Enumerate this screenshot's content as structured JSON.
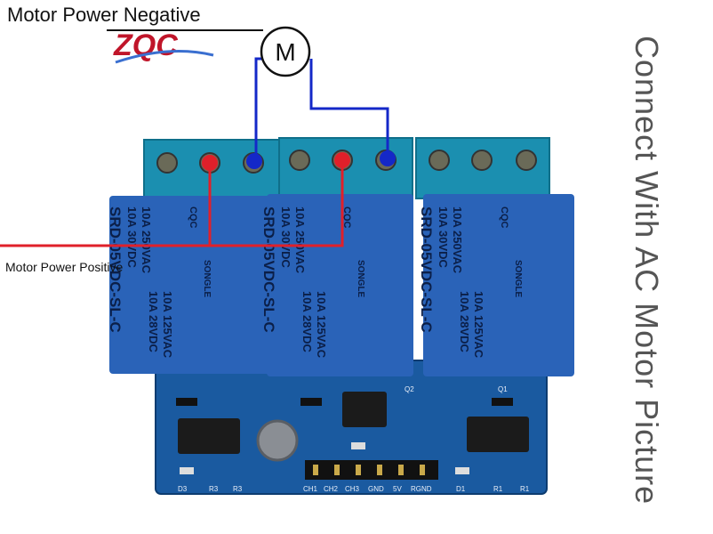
{
  "labels": {
    "motor_negative": "Motor Power Negative",
    "motor_positive": "Motor Power Positive",
    "side_caption": "Connect With AC Motor Picture",
    "motor_symbol": "M",
    "brand_watermark": "ZQC"
  },
  "relays": [
    {
      "spec_lines": [
        "10A 250VAC",
        "10A 30VDC",
        "SRD-05VDC-SL-C"
      ],
      "spec_lines_2": [
        "10A 125VAC",
        "10A 28VDC"
      ],
      "brand": "SONGLE",
      "cert": "CQC"
    },
    {
      "spec_lines": [
        "10A 250VAC",
        "10A 30VDC",
        "SRD-05VDC-SL-C"
      ],
      "spec_lines_2": [
        "10A 125VAC",
        "10A 28VDC"
      ],
      "brand": "SONGLE",
      "cert": "CQC"
    },
    {
      "spec_lines": [
        "10A 250VAC",
        "10A 30VDC",
        "SRD-05VDC-SL-C"
      ],
      "spec_lines_2": [
        "10A 125VAC",
        "10A 28VDC"
      ],
      "brand": "SONGLE",
      "cert": "CQC"
    }
  ],
  "pcb": {
    "pin_labels": [
      "CH1",
      "CH2",
      "CH3",
      "GND",
      "5V",
      "RGND"
    ],
    "component_labels": [
      "D3",
      "R3",
      "R3",
      "Q2",
      "D1",
      "R1",
      "R1",
      "Q1"
    ]
  },
  "colors": {
    "relay_blue": "#2a63b8",
    "terminal_blue": "#1b8fb0",
    "pcb_blue": "#1a5aa0",
    "wire_red": "#e0202a",
    "wire_blue": "#1428c8"
  }
}
